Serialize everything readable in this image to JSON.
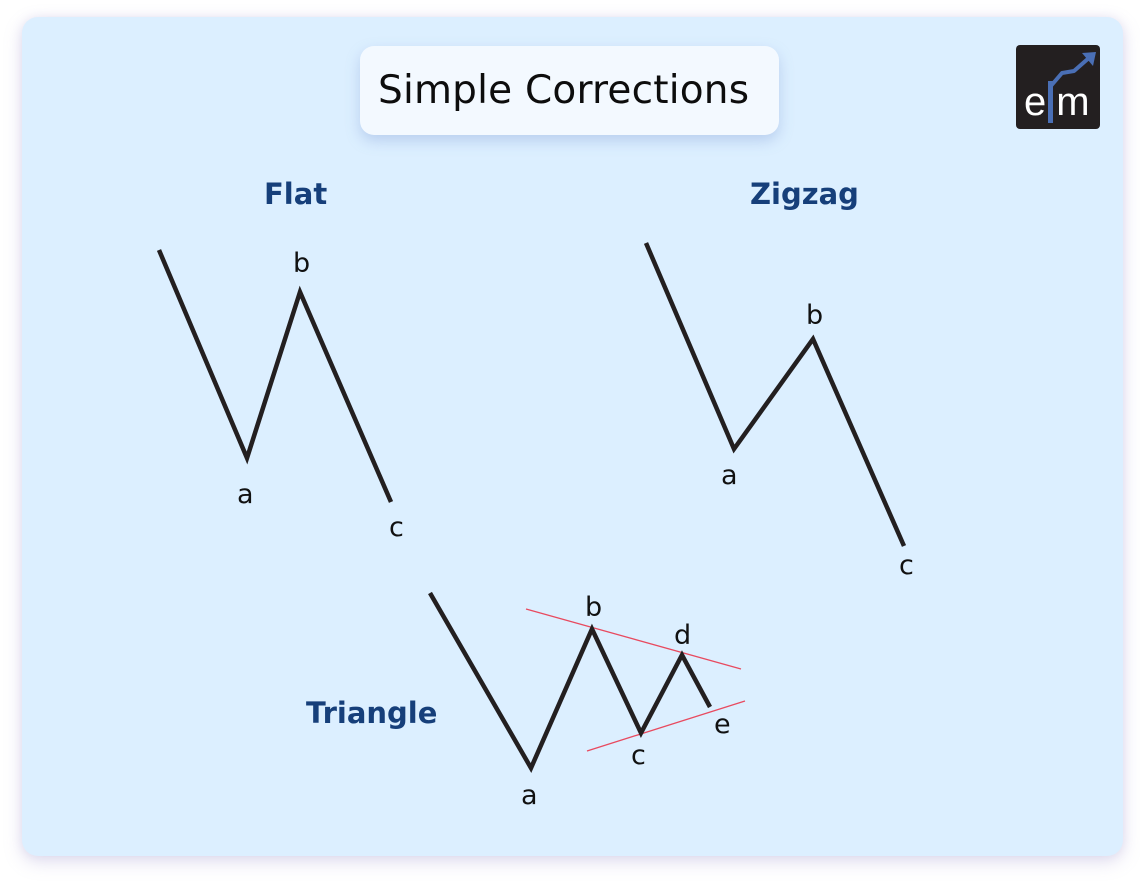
{
  "title": "Simple Corrections",
  "logo": {
    "text": "elm",
    "icon": "trend-arrow-icon",
    "accent_color": "#4a6fb5",
    "bg_color": "#231f20"
  },
  "colors": {
    "background": "#dcefff",
    "heading": "#163f7a",
    "line": "#231f20",
    "trendline": "#e84a5f"
  },
  "patterns": {
    "flat": {
      "heading": "Flat",
      "labels": {
        "a": "a",
        "b": "b",
        "c": "c"
      }
    },
    "zigzag": {
      "heading": "Zigzag",
      "labels": {
        "a": "a",
        "b": "b",
        "c": "c"
      }
    },
    "triangle": {
      "heading": "Triangle",
      "labels": {
        "a": "a",
        "b": "b",
        "c": "c",
        "d": "d",
        "e": "e"
      }
    }
  }
}
